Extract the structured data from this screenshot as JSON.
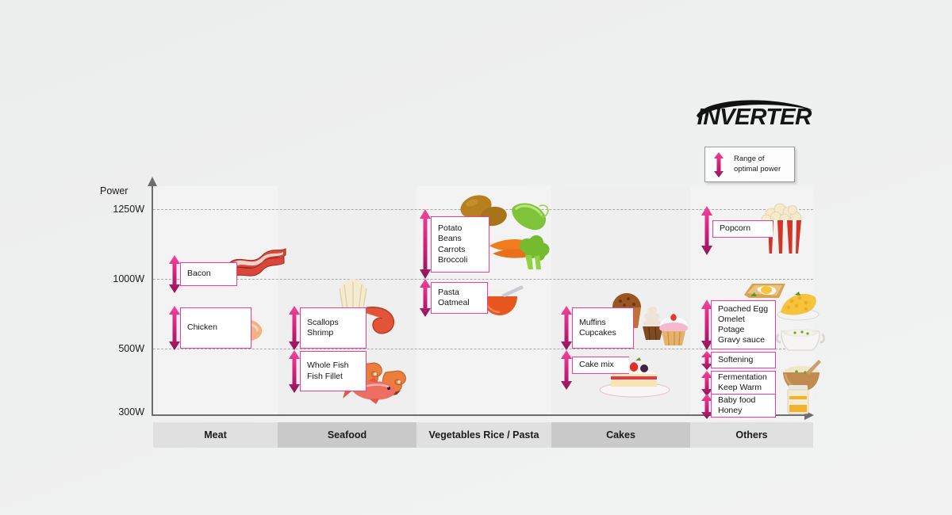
{
  "brand": {
    "logo_text": "INVERTER",
    "logo_icon": "inverter-swoosh-icon"
  },
  "legend": {
    "icon": "double-arrow-icon",
    "text": "Range of\noptimal power"
  },
  "chart_data": {
    "type": "bar",
    "title": "",
    "xlabel": "",
    "ylabel": "Power",
    "ylim": [
      300,
      1350
    ],
    "grid": true,
    "legend_position": "top-right",
    "y_axis_title": "Power",
    "y_ticks": [
      {
        "label": "1250W",
        "value": 1250
      },
      {
        "label": "1000W",
        "value": 1000
      },
      {
        "label": "500W",
        "value": 500
      },
      {
        "label": "300W",
        "value": 300
      }
    ],
    "categories": [
      "Meat",
      "Seafood",
      "Vegetables Rice / Pasta",
      "Cakes",
      "Others"
    ],
    "items": [
      {
        "category": "Meat",
        "label": "Bacon",
        "low": 930,
        "high": 1080
      },
      {
        "category": "Meat",
        "label": "Chicken",
        "low": 500,
        "high": 660
      },
      {
        "category": "Seafood",
        "label": "Scallops\nShrimp",
        "low": 500,
        "high": 660
      },
      {
        "category": "Seafood",
        "label": "Whole Fish\nFish Fillet",
        "low": 340,
        "high": 500
      },
      {
        "category": "Vegetables Rice / Pasta",
        "label": "Potato\nBeans\nCarrots\nBroccoli",
        "low": 1000,
        "high": 1250
      },
      {
        "category": "Vegetables Rice / Pasta",
        "label": "Pasta\nOatmeal",
        "low": 860,
        "high": 1000
      },
      {
        "category": "Cakes",
        "label": "Muffins\nCupcakes",
        "low": 500,
        "high": 660
      },
      {
        "category": "Cakes",
        "label": "Cake mix",
        "low": 370,
        "high": 500
      },
      {
        "category": "Others",
        "label": "Popcorn",
        "low": 1090,
        "high": 1250
      },
      {
        "category": "Others",
        "label": "Poached Egg\nOmelet\nPotage\nGravy sauce",
        "low": 500,
        "high": 680
      },
      {
        "category": "Others",
        "label": "Softening",
        "low": 430,
        "high": 495
      },
      {
        "category": "Others",
        "label": "Fermentation\nKeep Warm",
        "low": 350,
        "high": 425
      },
      {
        "category": "Others",
        "label": "Baby food\nHoney",
        "low": 290,
        "high": 345
      }
    ]
  },
  "colors": {
    "accent_pink": "#ef3e96",
    "accent_magenta": "#a01a5c",
    "axis_gray": "#6d6d6d",
    "grid_gray": "#a8a8a8",
    "header_light": "#e0e0e0",
    "header_dark": "#c9c9c9"
  },
  "food_icons": [
    "bacon-icon",
    "chicken-icon",
    "scallop-icon",
    "shrimp-icon",
    "salmon-steak-icon",
    "whole-fish-icon",
    "potato-icon",
    "pea-pod-icon",
    "carrot-icon",
    "broccoli-icon",
    "rice-bowl-icon",
    "muffin-icon",
    "cupcake-icon",
    "cake-slice-icon",
    "popcorn-icon",
    "poached-egg-icon",
    "omelet-icon",
    "soup-tureen-icon",
    "porridge-bowl-icon",
    "honey-jar-icon"
  ]
}
